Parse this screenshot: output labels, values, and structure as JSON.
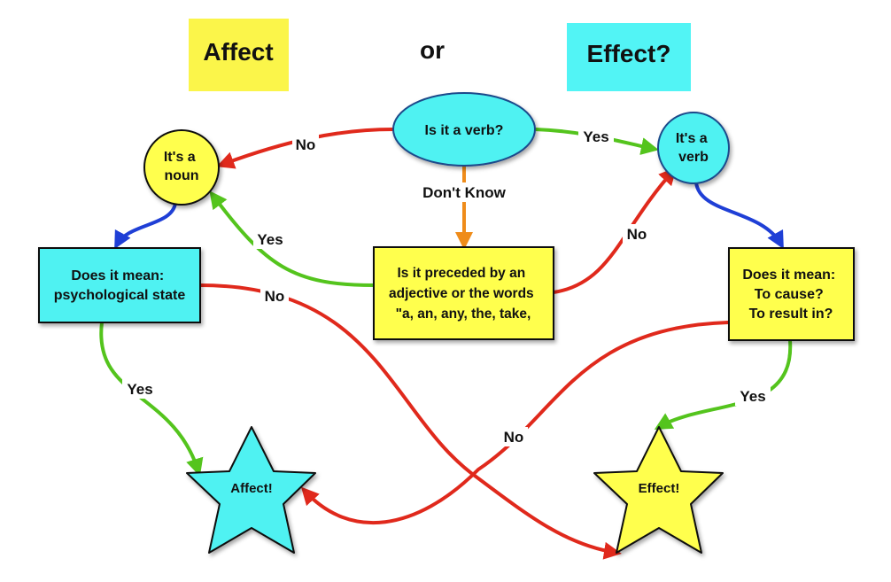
{
  "header": {
    "left_title": "Affect",
    "middle_word": "or",
    "right_title": "Effect?"
  },
  "nodes": {
    "is_verb": "Is it a verb?",
    "noun": [
      "It's a",
      "noun"
    ],
    "verb": [
      "It's a",
      "verb"
    ],
    "preceded": [
      "Is it preceded by an",
      "adjective or the words",
      "\"a, an, any, the, take,"
    ],
    "psych": [
      "Does it mean:",
      "psychological state"
    ],
    "cause": [
      "Does it mean:",
      "To cause?",
      "To result in?"
    ],
    "affect_star": "Affect!",
    "effect_star": "Effect!"
  },
  "edges": {
    "verb_no": "No",
    "verb_yes": "Yes",
    "dont_know": "Don't Know",
    "preceded_yes": "Yes",
    "preceded_no": "No",
    "psych_yes": "Yes",
    "psych_no": "No",
    "cause_yes": "Yes",
    "cause_no": "No"
  },
  "colors": {
    "cyan": "#4ff2f2",
    "yellow": "#ffff4d",
    "title_yellow": "#fbf54a",
    "title_cyan": "#52f4f5",
    "red": "#e0291c",
    "green": "#54c41d",
    "blue": "#1f3fd6",
    "orange": "#ef8c1a"
  }
}
